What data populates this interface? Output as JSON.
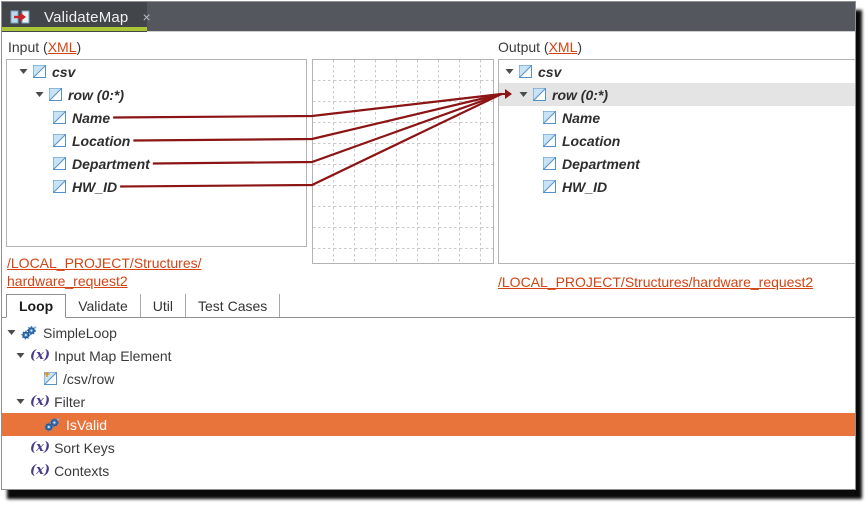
{
  "editor_tab": {
    "title": "ValidateMap",
    "close_glyph": "×"
  },
  "mapper": {
    "input": {
      "label_prefix": "Input (",
      "label_link": "XML",
      "label_suffix": ")",
      "tree": [
        {
          "label": "csv",
          "level": 0,
          "expander": true,
          "icon": "element"
        },
        {
          "label": "row (0:*)",
          "level": 1,
          "expander": true,
          "icon": "element"
        },
        {
          "label": "Name",
          "level": 2,
          "expander": false,
          "icon": "element"
        },
        {
          "label": "Location",
          "level": 2,
          "expander": false,
          "icon": "element"
        },
        {
          "label": "Department",
          "level": 2,
          "expander": false,
          "icon": "element"
        },
        {
          "label": "HW_ID",
          "level": 2,
          "expander": false,
          "icon": "element"
        }
      ],
      "link_lines": [
        "/LOCAL_PROJECT/Structures/",
        "hardware_request2"
      ]
    },
    "output": {
      "label_prefix": "Output (",
      "label_link": "XML",
      "label_suffix": ")",
      "tree": [
        {
          "label": "csv",
          "level": 0,
          "expander": true,
          "icon": "element"
        },
        {
          "label": "row (0:*)",
          "level": 1,
          "expander": true,
          "icon": "element",
          "selected": true,
          "target": true
        },
        {
          "label": "Name",
          "level": 2,
          "expander": false,
          "icon": "element"
        },
        {
          "label": "Location",
          "level": 2,
          "expander": false,
          "icon": "element"
        },
        {
          "label": "Department",
          "level": 2,
          "expander": false,
          "icon": "element"
        },
        {
          "label": "HW_ID",
          "level": 2,
          "expander": false,
          "icon": "element"
        }
      ],
      "link_lines": [
        "/LOCAL_PROJECT/Structures/hardware_request2"
      ]
    },
    "connections": [
      {
        "from": "Name",
        "to": "row (0:*)"
      },
      {
        "from": "Location",
        "to": "row (0:*)"
      },
      {
        "from": "Department",
        "to": "row (0:*)"
      },
      {
        "from": "HW_ID",
        "to": "row (0:*)"
      }
    ]
  },
  "bottom_panel": {
    "tabs": [
      {
        "label": "Loop",
        "active": true
      },
      {
        "label": "Validate",
        "active": false
      },
      {
        "label": "Util",
        "active": false
      },
      {
        "label": "Test Cases",
        "active": false
      }
    ],
    "tree": [
      {
        "label": "SimpleLoop",
        "level": 0,
        "expander": true,
        "icon": "gears"
      },
      {
        "label": "Input Map Element",
        "level": 1,
        "expander": true,
        "icon": "fx"
      },
      {
        "label": "/csv/row",
        "level": 2,
        "expander": false,
        "icon": "element-new"
      },
      {
        "label": "Filter",
        "level": 1,
        "expander": true,
        "icon": "fx"
      },
      {
        "label": "IsValid",
        "level": 2,
        "expander": false,
        "icon": "gears",
        "selected": true
      },
      {
        "label": "Sort Keys",
        "level": 1,
        "expander": false,
        "icon": "fx"
      },
      {
        "label": "Contexts",
        "level": 1,
        "expander": false,
        "icon": "fx"
      }
    ],
    "fx_glyph": "(x)"
  },
  "colors": {
    "accent_green": "#a9c636",
    "link_orange": "#d34413",
    "selection_orange": "#e8743b",
    "connection_red": "#8c1414",
    "tab_bar": "#54575d"
  }
}
